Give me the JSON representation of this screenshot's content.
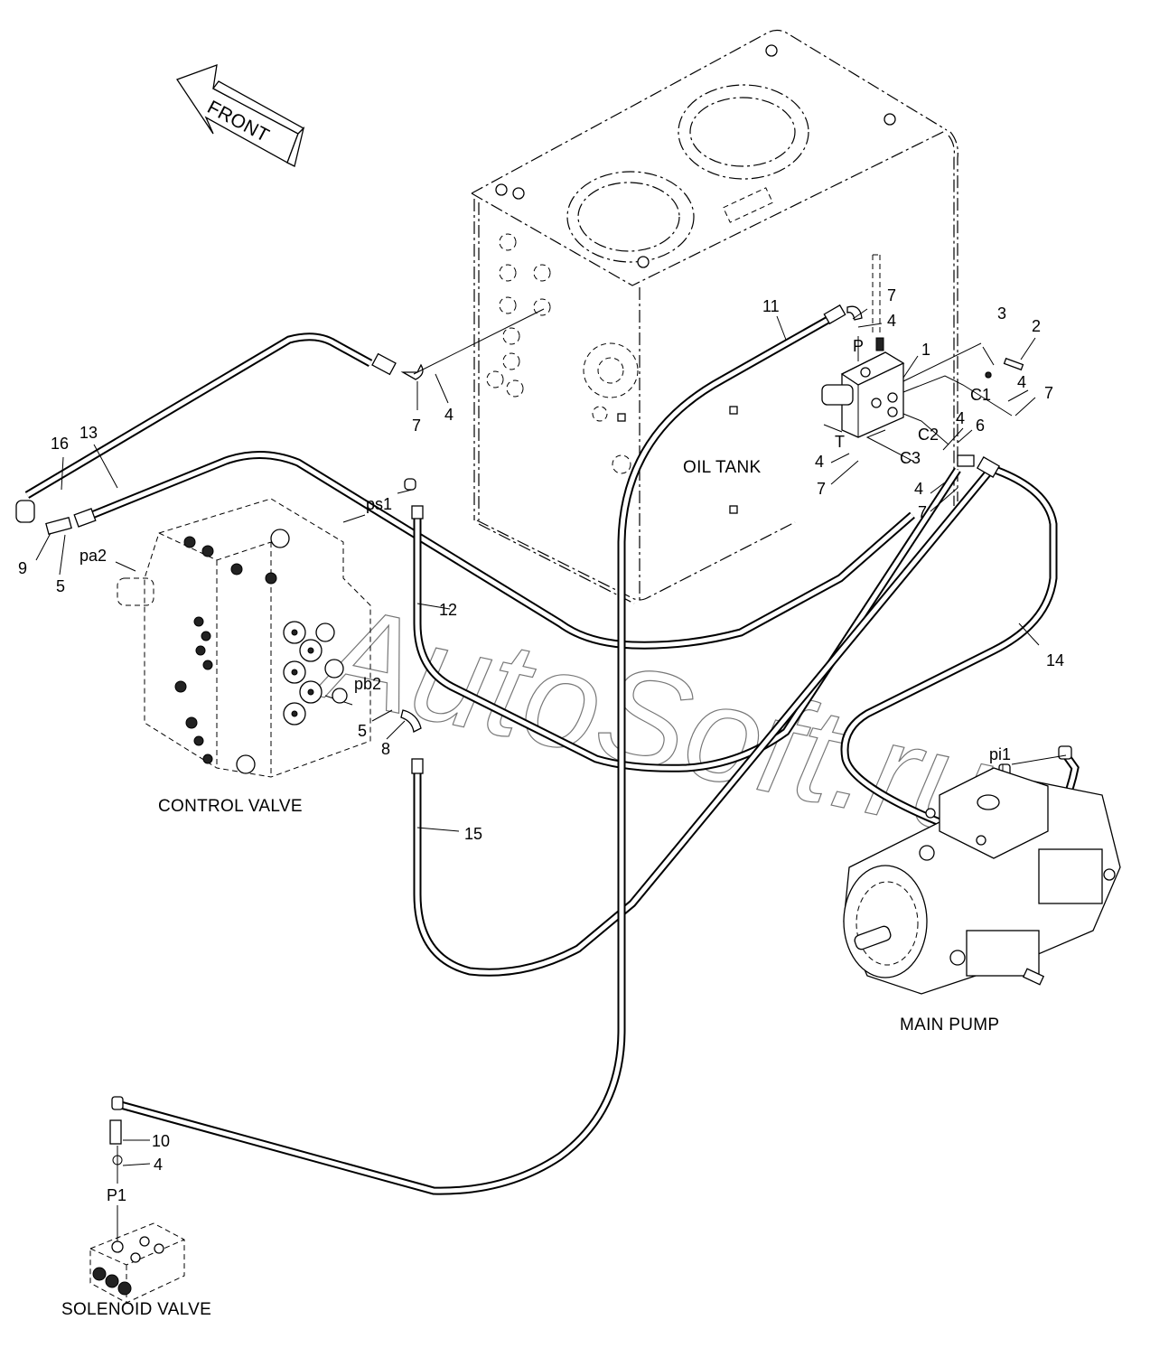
{
  "title": "Hydraulic pilot line layout (oil tank, control valve, main pump, solenoid valve)",
  "orientation_arrow": {
    "label": "FRONT",
    "icon": "front-direction-arrow"
  },
  "components": {
    "oil_tank": "OIL TANK",
    "control_valve": "CONTROL VALVE",
    "main_pump": "MAIN PUMP",
    "solenoid_valve": "SOLENOID VALVE"
  },
  "port_labels": {
    "P": "P",
    "T": "T",
    "C1": "C1",
    "C2": "C2",
    "C3": "C3",
    "ps1": "ps1",
    "pa2": "pa2",
    "pb2": "pb2",
    "pi1": "pi1",
    "P1": "P1"
  },
  "callouts": {
    "n1": "1",
    "n2": "2",
    "n3": "3",
    "n4_p": "4",
    "n7_p": "7",
    "n4_c1": "4",
    "n7_c1": "7",
    "n4_c2": "4",
    "n6": "6",
    "n4_t": "4",
    "n7_t": "7",
    "n4_c3": "4",
    "n7_c3": "7",
    "n11": "11",
    "n7_tank": "7",
    "n4_tank": "4",
    "n16": "16",
    "n13": "13",
    "n9": "9",
    "n5_pa2": "5",
    "n12": "12",
    "n14": "14",
    "n5_pb2": "5",
    "n8": "8",
    "n15": "15",
    "n10": "10",
    "n4_p1": "4"
  },
  "watermark": "AutoSoft.ru"
}
